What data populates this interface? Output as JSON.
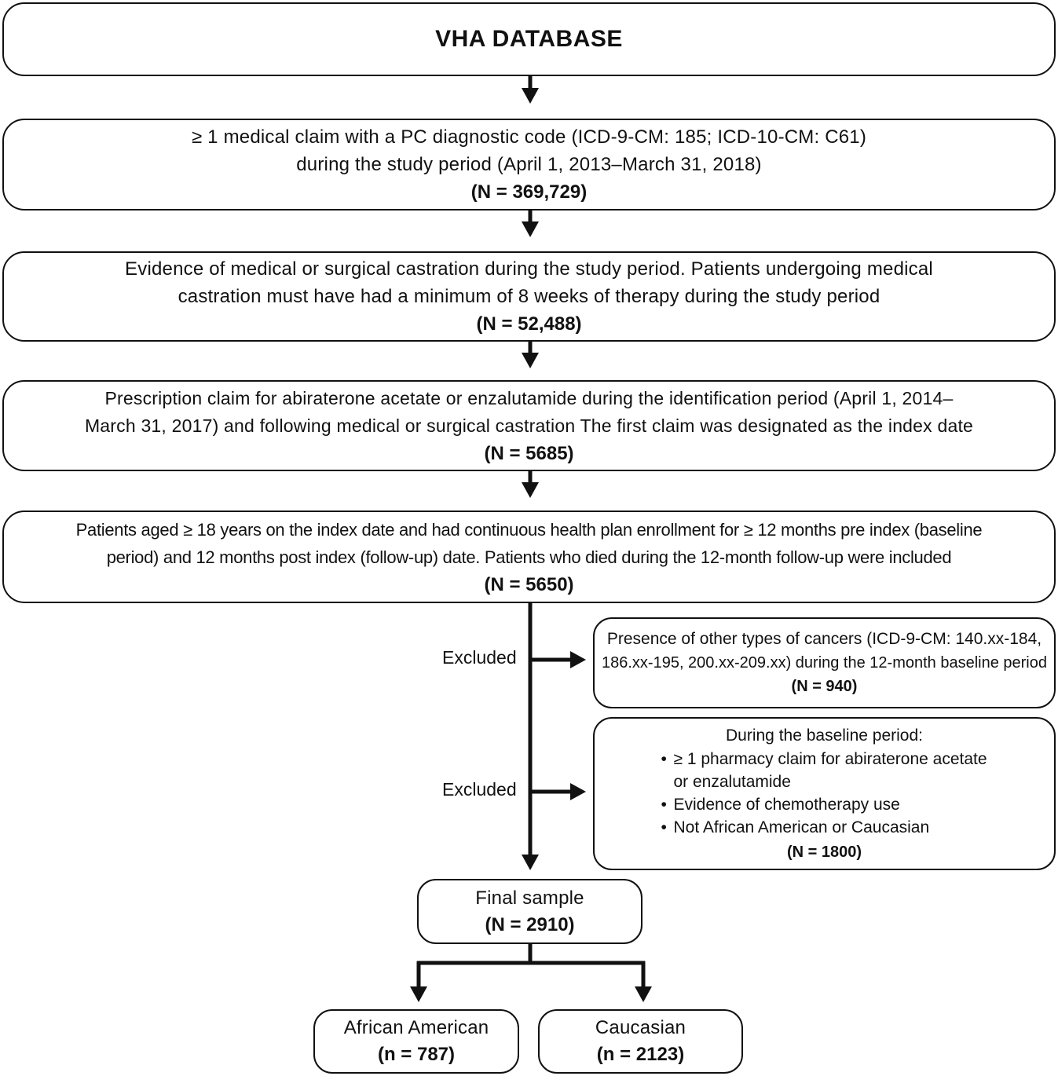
{
  "title": "VHA DATABASE",
  "steps": [
    {
      "lines": [
        "≥ 1 medical claim with a PC diagnostic code (ICD-9-CM: 185; ICD-10-CM: C61)",
        "during the study period (April 1, 2013–March 31, 2018)"
      ],
      "n": "(N = 369,729)"
    },
    {
      "lines": [
        "Evidence of medical or surgical castration during the study period. Patients undergoing medical",
        "castration must have had a minimum of 8 weeks of therapy during the study period"
      ],
      "n": "(N = 52,488)"
    },
    {
      "lines": [
        "Prescription claim for abiraterone acetate or enzalutamide during the identification period (April 1, 2014–",
        "March 31, 2017) and following medical or surgical castration The first claim was designated as the index date"
      ],
      "n": "(N = 5685)"
    },
    {
      "lines": [
        "Patients aged ≥ 18 years on the index date and had continuous health plan enrollment for ≥ 12 months pre index (baseline",
        "period) and 12 months post index (follow-up) date. Patients who died during the 12-month follow-up were included"
      ],
      "n": "(N = 5650)"
    }
  ],
  "exclusions": [
    {
      "label": "Excluded",
      "lines": [
        "Presence of other types of cancers (ICD-9-CM: 140.xx-184,",
        "186.xx-195, 200.xx-209.xx) during the 12-month baseline period"
      ],
      "n": "(N = 940)"
    },
    {
      "label": "Excluded",
      "heading": "During the baseline period:",
      "bullets": [
        "≥ 1 pharmacy claim for abiraterone acetate or enzalutamide",
        "Evidence of chemotherapy use",
        "Not African American or Caucasian"
      ],
      "n": "(N = 1800)"
    }
  ],
  "final": {
    "label": "Final sample",
    "n": "(N = 2910)"
  },
  "groups": [
    {
      "label": "African American",
      "n": "(n = 787)"
    },
    {
      "label": "Caucasian",
      "n": "(n = 2123)"
    }
  ]
}
